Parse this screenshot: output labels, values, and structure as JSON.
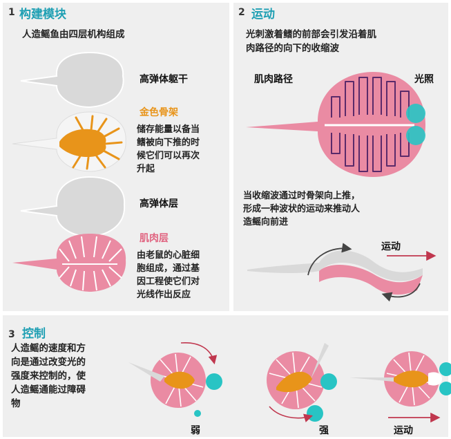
{
  "colors": {
    "accent_teal": "#1e9fb3",
    "gold": "#e8941a",
    "pink": "#e0627f",
    "muscle_fill": "#ea8ba3",
    "body_grey": "#d9d9d9",
    "arrow_red": "#c0374e"
  },
  "panel1": {
    "number": "1",
    "title": "构建模块",
    "subtitle": "人造鳐鱼由四层机构组成",
    "layers": [
      {
        "label": "高弹体躯干"
      },
      {
        "label": "金色骨架",
        "desc": [
          "储存能量以备当",
          "鳍被向下推的时",
          "候它们可以再次",
          "升起"
        ]
      },
      {
        "label": "高弹体层"
      },
      {
        "label": "肌肉层",
        "desc": [
          "由老鼠的心脏细",
          "胞组成，通过基",
          "因工程使它们对",
          "光线作出反应"
        ]
      }
    ]
  },
  "panel2": {
    "number": "2",
    "title": "运动",
    "intro": [
      "光刺激着鳍的前部会引发沿着肌",
      "肉路径的向下的收缩波"
    ],
    "label_muscle_path": "肌肉路径",
    "label_light": "光照",
    "second_text": [
      "当收缩波通过时骨架向上推，",
      "形成一种波状的运动来推动人",
      "造鳐向前进"
    ],
    "motion_label": "运动"
  },
  "panel3": {
    "number": "3",
    "title": "控制",
    "text": [
      "人造鳐的速度和方",
      "向是通过改变光的",
      "强度来控制的，使",
      "人造鳐通能过障碍",
      "物"
    ],
    "labels": {
      "weak": "弱",
      "strong": "强",
      "motion": "运动"
    }
  }
}
